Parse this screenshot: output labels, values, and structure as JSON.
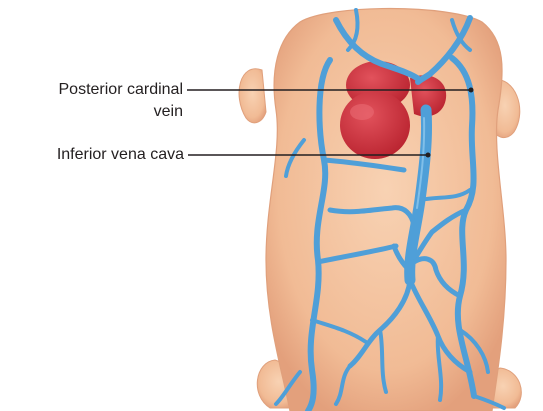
{
  "labels": {
    "posterior_cardinal_line1": "Posterior cardinal",
    "posterior_cardinal_line2": "vein",
    "inferior_vena_cava": "Inferior vena cava"
  },
  "colors": {
    "background": "#ffffff",
    "body_skin": "#f4c39f",
    "body_shadow": "#e6a883",
    "vein": "#4f9fd8",
    "vein_dark": "#2e7fbf",
    "heart": "#c8303c",
    "heart_highlight": "#e2525c",
    "leader_line": "#231f20",
    "text": "#231f20"
  }
}
